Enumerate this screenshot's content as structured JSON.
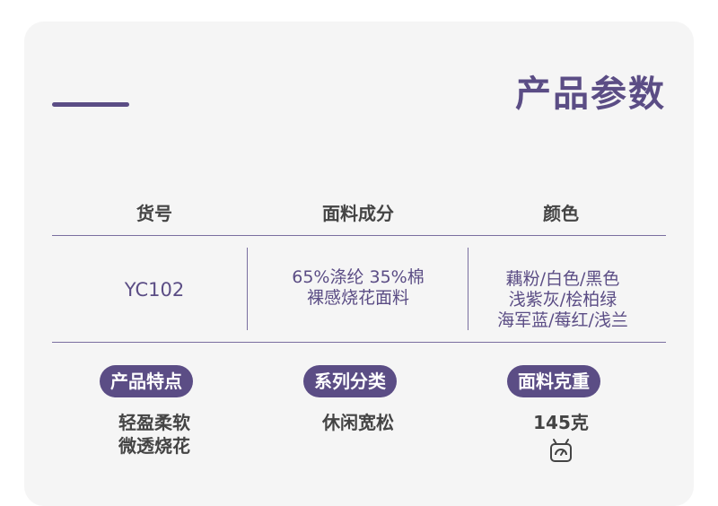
{
  "title": "产品参数",
  "table": {
    "headers": [
      "货号",
      "面料成分",
      "颜色"
    ],
    "sku": "YC102",
    "fabric": [
      "65%涤纶 35%棉",
      "裸感烧花面料"
    ],
    "colors": [
      "藕粉/白色/黑色",
      "浅紫灰/桧柏绿",
      "海军蓝/莓红/浅兰"
    ]
  },
  "features": [
    {
      "label": "产品特点",
      "lines": [
        "轻盈柔软",
        "微透烧花"
      ]
    },
    {
      "label": "系列分类",
      "lines": [
        "休闲宽松"
      ]
    },
    {
      "label": "面料克重",
      "lines": [
        "145克"
      ]
    }
  ],
  "icons": {
    "weight": "scale-icon"
  },
  "colors": {
    "accent": "#5b4d85",
    "background": "#f5f5f5",
    "text": "#444444"
  }
}
